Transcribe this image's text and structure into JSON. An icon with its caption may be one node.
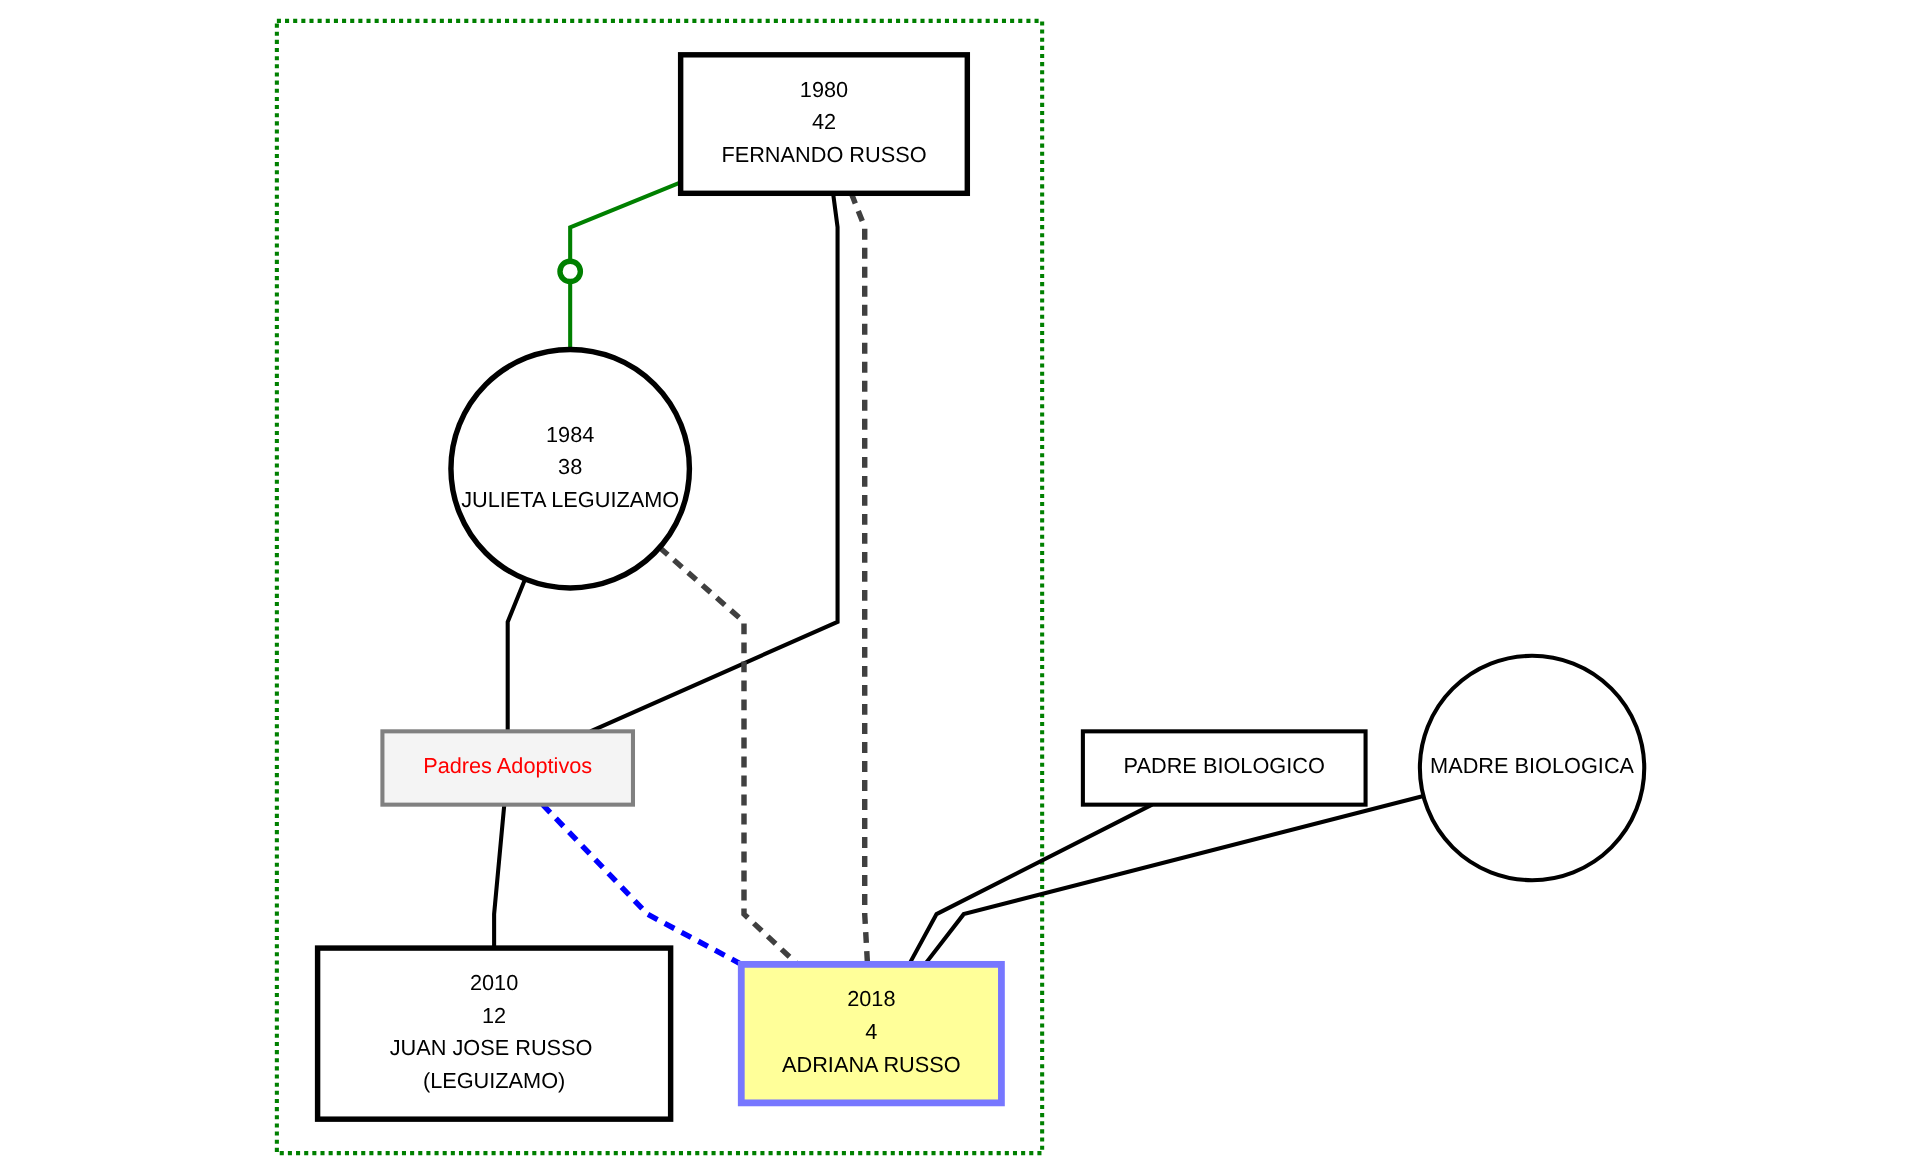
{
  "diagram": {
    "nodes": [
      {
        "text": [],
        "shape": "box"
      },
      {
        "text": [
          "PADRE BIOLOGICO"
        ]
      },
      {
        "text": [
          "MADRE BIOLOGICA"
        ]
      },
      {
        "text": [
          "1980",
          "42",
          "FERNANDO RUSSO"
        ],
        "in": 0
      },
      {
        "text": [],
        "shape": "circle",
        "in": 0
      },
      {
        "text": [
          "1984",
          "38",
          "JULIETA LEGUIZAMO"
        ],
        "in": 0
      },
      {
        "text": [
          "Padres Adoptivos"
        ],
        "in": 0
      },
      {
        "text": [
          "2010",
          "12",
          "JUAN JOSE RUSSO (LEGUIZAMO)"
        ],
        "in": 0
      },
      {
        "text": [
          "2018",
          "4",
          "ADRIANA RUSSO"
        ],
        "in": 0
      }
    ],
    "edges": [
      {
        "from": 1,
        "to": 8,
        "arrow": "none"
      },
      {
        "from": 2,
        "to": 8,
        "arrow": "none"
      },
      {
        "from": 3,
        "to": 4,
        "arrow": "none",
        "color": "#008000"
      },
      {
        "from": 4,
        "to": 5,
        "arrow": "none",
        "color": "#008000"
      },
      {
        "from": 3,
        "to": 6,
        "arrow": "none"
      },
      {
        "from": 5,
        "to": 6,
        "arrow": "none"
      },
      {
        "from": 6,
        "to": 7,
        "arrow": "none"
      },
      {
        "from": 3,
        "to": 8,
        "arrow": "none",
        "style": "dashed",
        "color": "#404040"
      },
      {
        "from": 5,
        "to": 8,
        "arrow": "none",
        "style": "dashed",
        "color": "#404040"
      },
      {
        "from": 6,
        "to": 8,
        "arrow": "none",
        "style": "dashed",
        "color": "#0000ff"
      }
    ]
  }
}
